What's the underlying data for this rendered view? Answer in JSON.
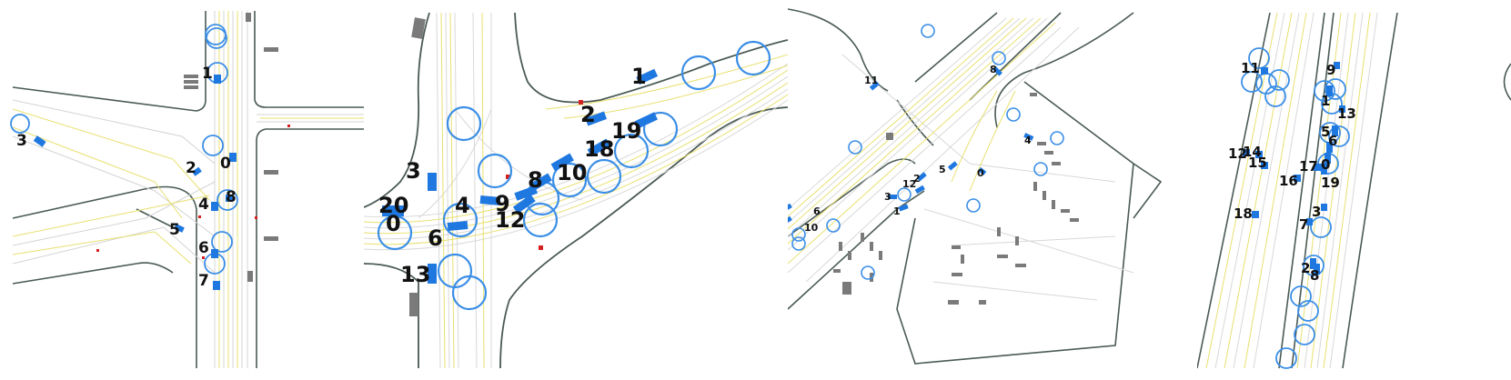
{
  "colors": {
    "vehicle": "#1f78e0",
    "goal_circle": "#3a8ee6",
    "lane_centerline": "#e8e070",
    "lane_boundary": "#cfcfcf",
    "road_edge": "#4a5a55",
    "obstacle": "#7a7a7a",
    "traffic_light": "#d62020",
    "crosswalk": "#b070d0"
  },
  "panels": [
    {
      "name": "scene-1",
      "agents": [
        {
          "label": "0"
        },
        {
          "label": "1"
        },
        {
          "label": "2"
        },
        {
          "label": "3"
        },
        {
          "label": "4"
        },
        {
          "label": "5"
        },
        {
          "label": "6"
        },
        {
          "label": "7"
        },
        {
          "label": "8"
        }
      ]
    },
    {
      "name": "scene-2",
      "agents": [
        {
          "label": "1"
        },
        {
          "label": "2"
        },
        {
          "label": "3"
        },
        {
          "label": "4"
        },
        {
          "label": "6"
        },
        {
          "label": "8"
        },
        {
          "label": "9"
        },
        {
          "label": "10"
        },
        {
          "label": "12"
        },
        {
          "label": "13"
        },
        {
          "label": "18"
        },
        {
          "label": "19"
        },
        {
          "label": "20"
        },
        {
          "label": "0"
        }
      ]
    },
    {
      "name": "scene-3",
      "agents": [
        {
          "label": "0"
        },
        {
          "label": "1"
        },
        {
          "label": "2"
        },
        {
          "label": "3"
        },
        {
          "label": "4"
        },
        {
          "label": "5"
        },
        {
          "label": "6"
        },
        {
          "label": "8"
        },
        {
          "label": "10"
        },
        {
          "label": "11"
        },
        {
          "label": "12"
        }
      ]
    },
    {
      "name": "scene-4",
      "agents": [
        {
          "label": "0"
        },
        {
          "label": "1"
        },
        {
          "label": "2"
        },
        {
          "label": "3"
        },
        {
          "label": "5"
        },
        {
          "label": "6"
        },
        {
          "label": "7"
        },
        {
          "label": "8"
        },
        {
          "label": "9"
        },
        {
          "label": "11"
        },
        {
          "label": "12"
        },
        {
          "label": "13"
        },
        {
          "label": "14"
        },
        {
          "label": "15"
        },
        {
          "label": "16"
        },
        {
          "label": "17"
        },
        {
          "label": "18"
        },
        {
          "label": "19"
        }
      ]
    }
  ]
}
